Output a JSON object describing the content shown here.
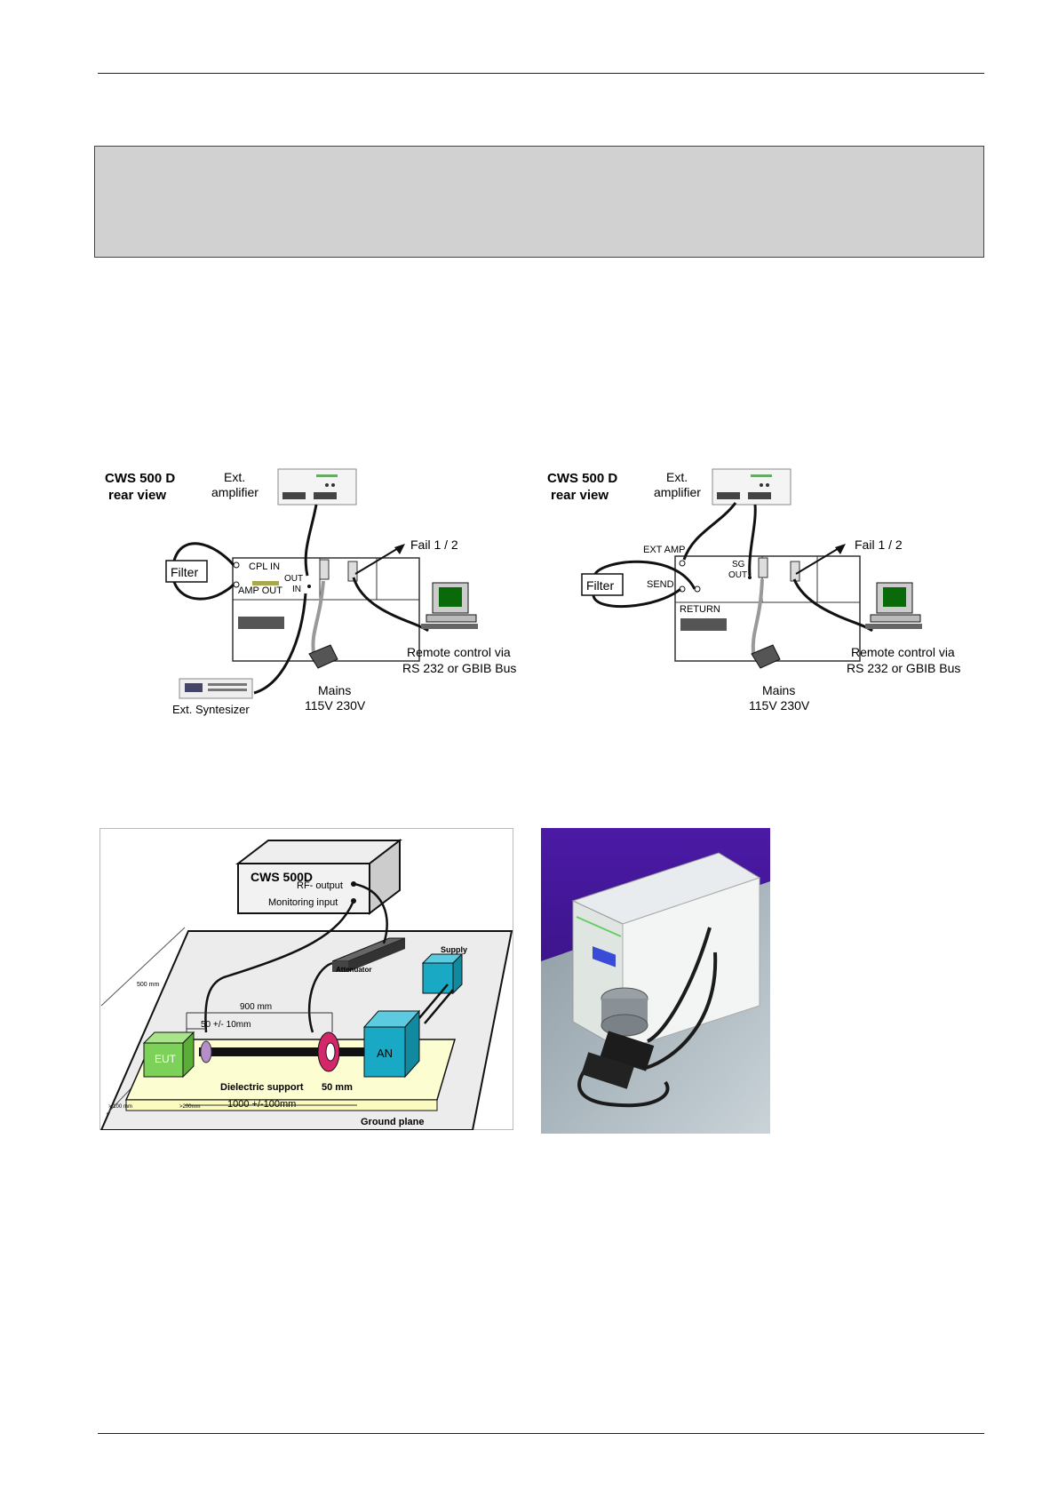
{
  "fig_left": {
    "title1": "CWS 500 D",
    "title2": "rear view",
    "amp1": "Ext.",
    "amp2": "amplifier",
    "filter": "Filter",
    "cpl_in": "CPL IN",
    "amp_out": "AMP OUT",
    "out": "OUT",
    "in": "IN",
    "fail": "Fail 1 / 2",
    "remote1": "Remote control via",
    "remote2": "RS 232 or GBIB Bus",
    "mains1": "Mains",
    "mains2": "115V 230V",
    "synth": "Ext. Syntesizer"
  },
  "fig_right": {
    "title1": "CWS 500 D",
    "title2": "rear view",
    "amp1": "Ext.",
    "amp2": "amplifier",
    "ext_amp": "EXT AMP",
    "filter": "Filter",
    "send": "SEND",
    "return": "RETURN",
    "sg": "SG",
    "out": "OUT",
    "fail": "Fail 1 / 2",
    "remote1": "Remote control via",
    "remote2": "RS 232 or GBIB Bus",
    "mains1": "Mains",
    "mains2": "115V 230V"
  },
  "setup": {
    "title": "CWS 500D",
    "rf_output": "RF- output",
    "monitoring": "Monitoring input",
    "attenuator": "Attenuator",
    "supply": "Supply",
    "dim_900": "900 mm",
    "dim_50": "50 +/- 10mm",
    "eut": "EUT",
    "an": "AN",
    "dielectric": "Dielectric support",
    "dim_50mm": "50 mm",
    "dim_1000": "1000 +/-100mm",
    "ground": "Ground plane",
    "dim_500": "500 mm",
    "dim_100": "> 100 mm",
    "dim_200": ">200mm"
  }
}
